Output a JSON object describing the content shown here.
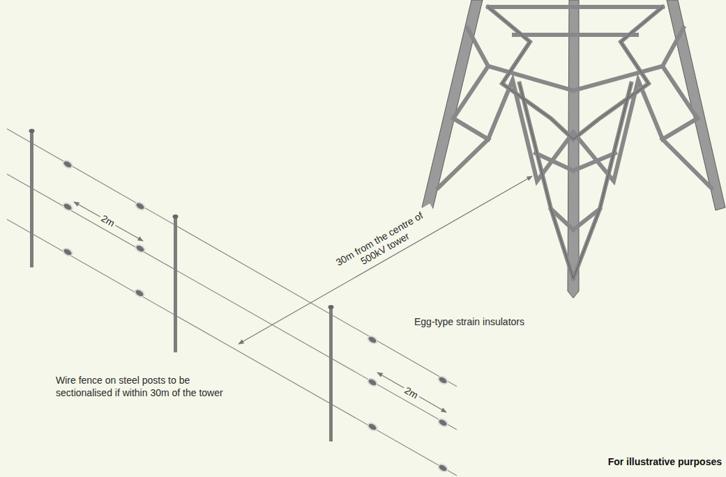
{
  "diagram": {
    "labels": [
      "2m",
      "2m",
      "30m from the centre of 500kV tower",
      "Egg-type strain insulators",
      "Wire fence on steel posts to be sectionalised if within 30m of the tower",
      "For illustrative purposes"
    ]
  }
}
